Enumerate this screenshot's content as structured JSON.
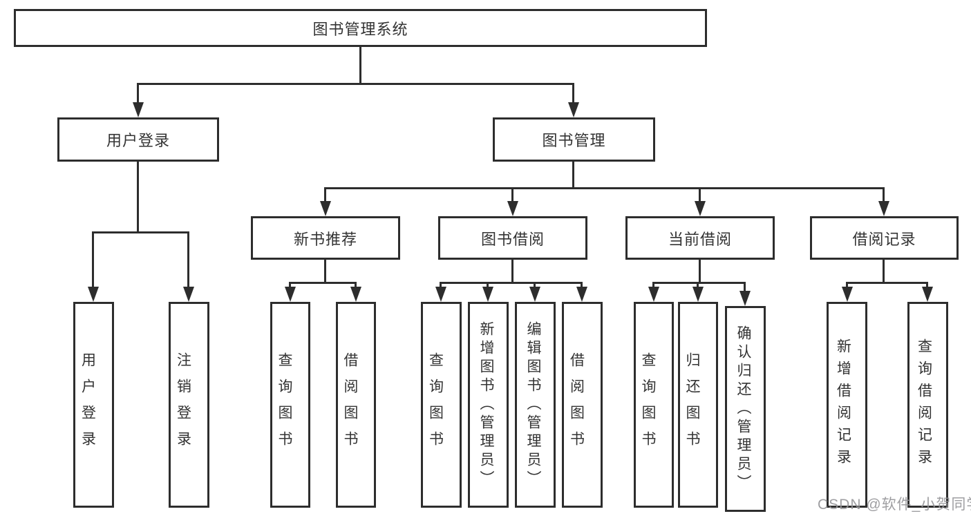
{
  "tree": {
    "label": "图书管理系统",
    "children": [
      {
        "label": "用户登录",
        "children": [
          {
            "label": "用户登录"
          },
          {
            "label": "注销登录"
          }
        ]
      },
      {
        "label": "图书管理",
        "children": [
          {
            "label": "新书推荐",
            "children": [
              {
                "label": "查询图书"
              },
              {
                "label": "借阅图书"
              }
            ]
          },
          {
            "label": "图书借阅",
            "children": [
              {
                "label": "查询图书"
              },
              {
                "label": "新增图书（管理员）"
              },
              {
                "label": "编辑图书（管理员）"
              },
              {
                "label": "借阅图书"
              }
            ]
          },
          {
            "label": "当前借阅",
            "children": [
              {
                "label": "查询图书"
              },
              {
                "label": "归还图书"
              },
              {
                "label": "确认归还（管理员）"
              }
            ]
          },
          {
            "label": "借阅记录",
            "children": [
              {
                "label": "新增借阅记录"
              },
              {
                "label": "查询借阅记录"
              }
            ]
          }
        ]
      }
    ]
  },
  "watermark": "CSDN @软件_小贺同学",
  "colors": {
    "line": "#2d2d2d",
    "text": "#333333",
    "watermark": "#969699",
    "background": "#ffffff"
  }
}
